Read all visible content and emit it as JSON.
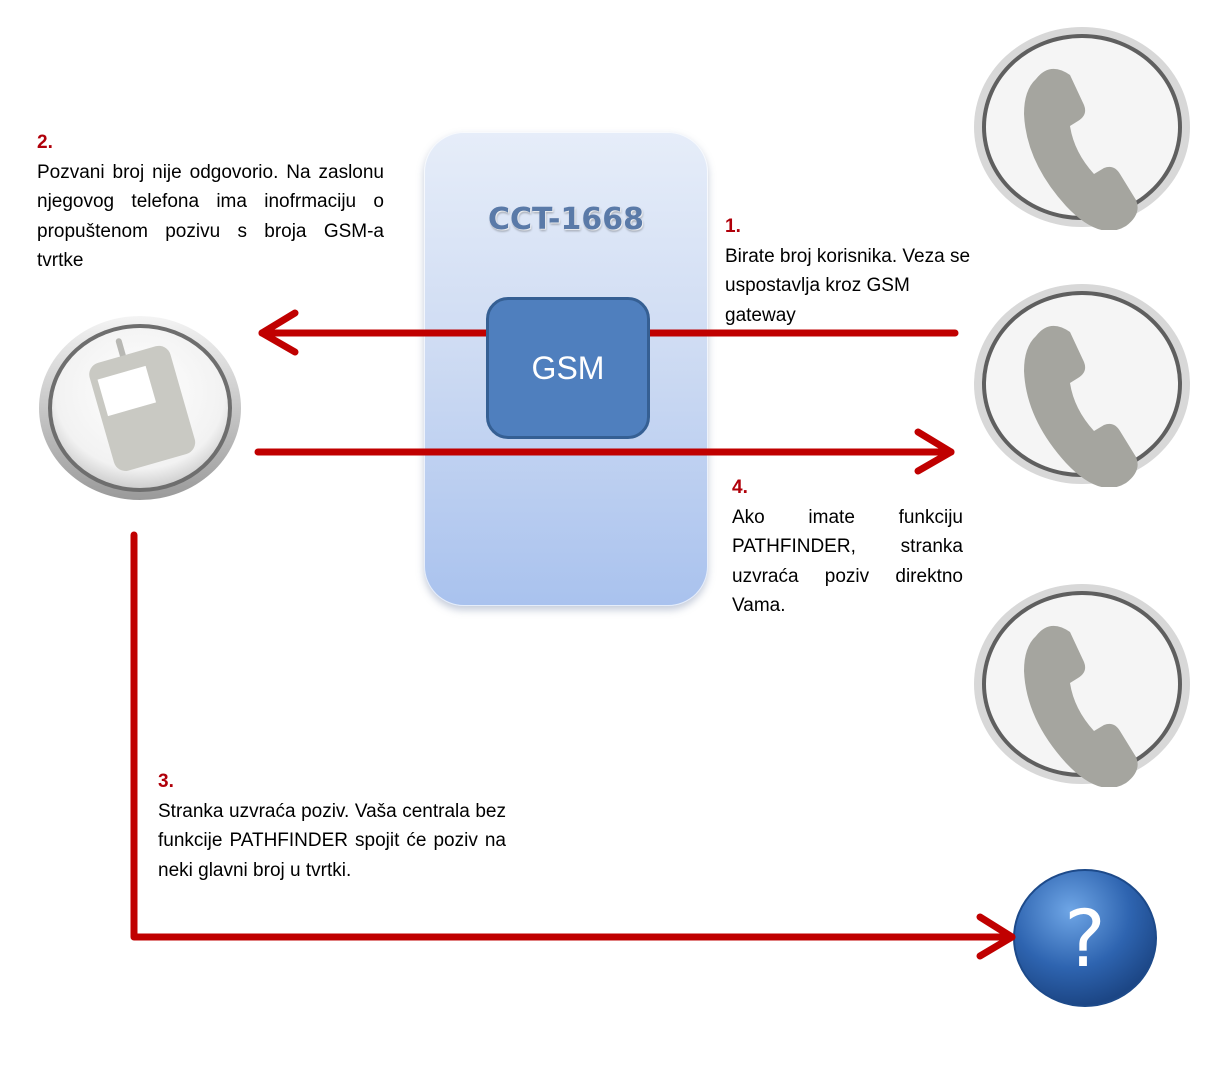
{
  "gateway": {
    "title": "CCT-1668",
    "module_label": "GSM"
  },
  "steps": {
    "step1": {
      "number": "1.",
      "text": "Birate broj korisnika. Veza se uspostavlja kroz GSM gateway"
    },
    "step2": {
      "number": "2.",
      "text": "Pozvani broj nije odgovorio. Na zaslonu njegovog telefona  ima inofrmaciju o propuštenom pozivu s broja GSM-a tvrtke"
    },
    "step3": {
      "number": "3.",
      "text": "Stranka uzvraća poziv. Vaša centrala bez funkcije PATHFINDER spojit će poziv na neki glavni broj u tvrtki."
    },
    "step4": {
      "number": "4.",
      "text": "Ako imate funkciju PATHFINDER, stranka uzvraća poziv direktno Vama."
    }
  },
  "icons": {
    "phones": [
      "desk-phone-icon",
      "desk-phone-icon",
      "desk-phone-icon"
    ],
    "mobile": "mobile-phone-icon",
    "unknown": {
      "name": "question-mark-icon",
      "symbol": "?"
    }
  },
  "colors": {
    "arrow": "#c00000",
    "step_number": "#b0000a",
    "gsm_box": "#4f7fbe",
    "unknown_circle": "#2e64b0"
  }
}
